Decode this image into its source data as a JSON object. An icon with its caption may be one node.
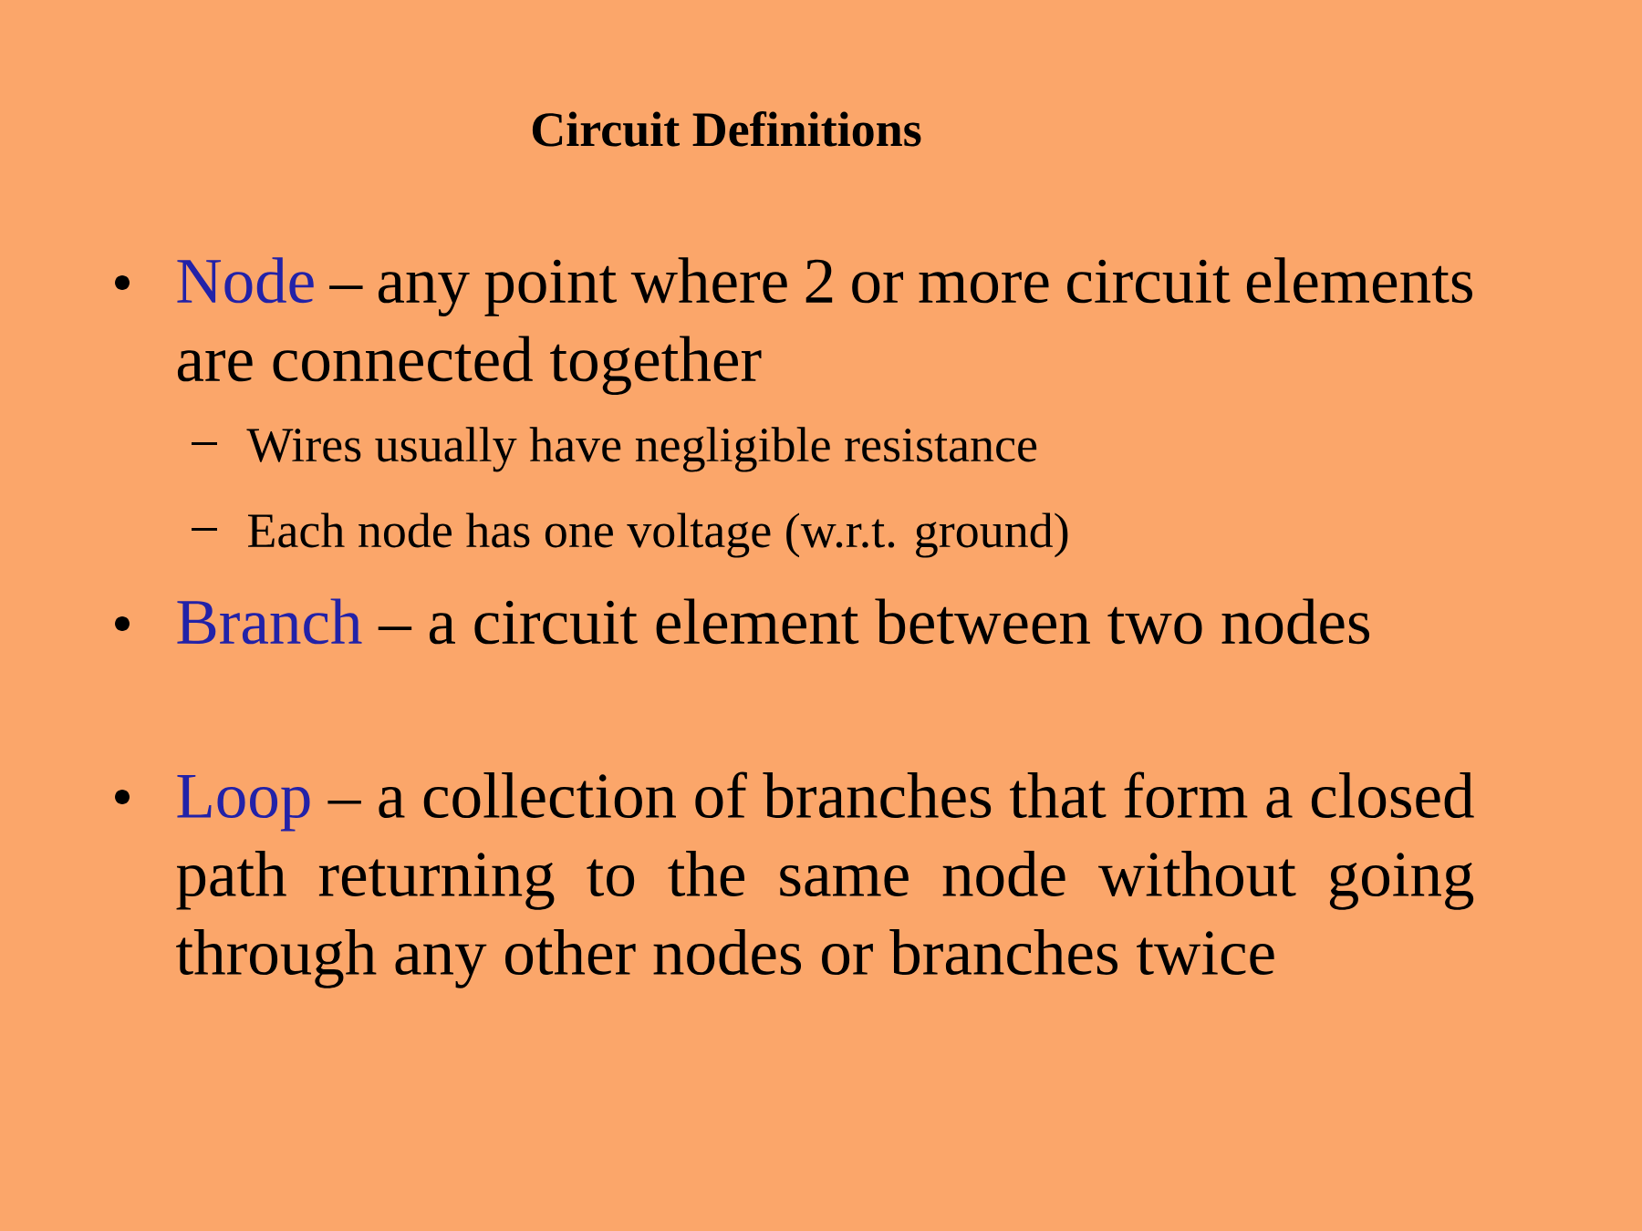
{
  "diagram": {
    "title": "Circuit Definitions",
    "labels": [
      "Node",
      "– any point where 2 or more circuit elements are connected together",
      "Wires usually have negligible resistance",
      "Each node has one voltage (w.r.t. ground)",
      "Branch",
      "– a circuit element between two nodes",
      "Loop",
      "– a collection of branches that form a closed path returning to the same node without going through any other nodes or branches twice"
    ]
  }
}
